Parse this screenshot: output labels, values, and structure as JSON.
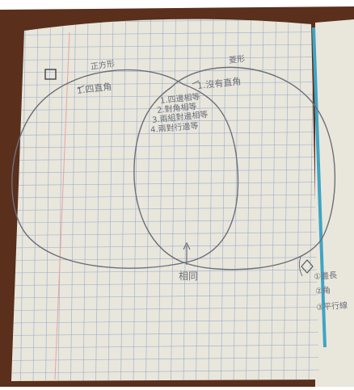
{
  "photo": {
    "subject": "hand-drawn Venn diagram in a grid notebook",
    "colors": {
      "background": "#ffffff",
      "table": "#5a2f1c",
      "paper": "#e9e6dc",
      "grid": "#8fa6c8",
      "margin_line": "#e7a3a3",
      "pencil": "#6b6f78",
      "notebook_edge": "#3fa4c4"
    }
  },
  "venn": {
    "left_title": "正方形",
    "right_title": "菱形",
    "left_only": "1.四直角",
    "right_only": "1.沒有直角",
    "shared": [
      "1.四邊相等",
      "2.對角相等",
      "3.兩組對邊相等",
      "4.兩對行邊等"
    ],
    "intersection_label": "相同"
  },
  "key": {
    "items": [
      "①邊長",
      "②角",
      "③平行線"
    ]
  },
  "marks": {
    "box_icon": "small-square-box-icon",
    "diamond_icon": "diamond-icon"
  }
}
